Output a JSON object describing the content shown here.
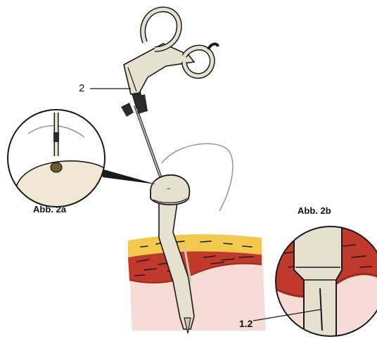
{
  "labels": {
    "part_2": "2",
    "fig_2a": "Abb. 2a",
    "fig_2b": "Abb. 2b",
    "part_1_2": "1.2"
  },
  "colors": {
    "outline": "#1a1a1a",
    "instrument_fill": "#e6e0cf",
    "instrument_shade": "#cfc6ae",
    "fat": "#f2c94c",
    "muscle": "#c0392b",
    "muscle_dark": "#9b2a1e",
    "skin": "#f4d6cf",
    "grip_black": "#2b2b2b"
  },
  "icons": [
    "scissor-grip-icon",
    "magnifier-circle-icon"
  ]
}
